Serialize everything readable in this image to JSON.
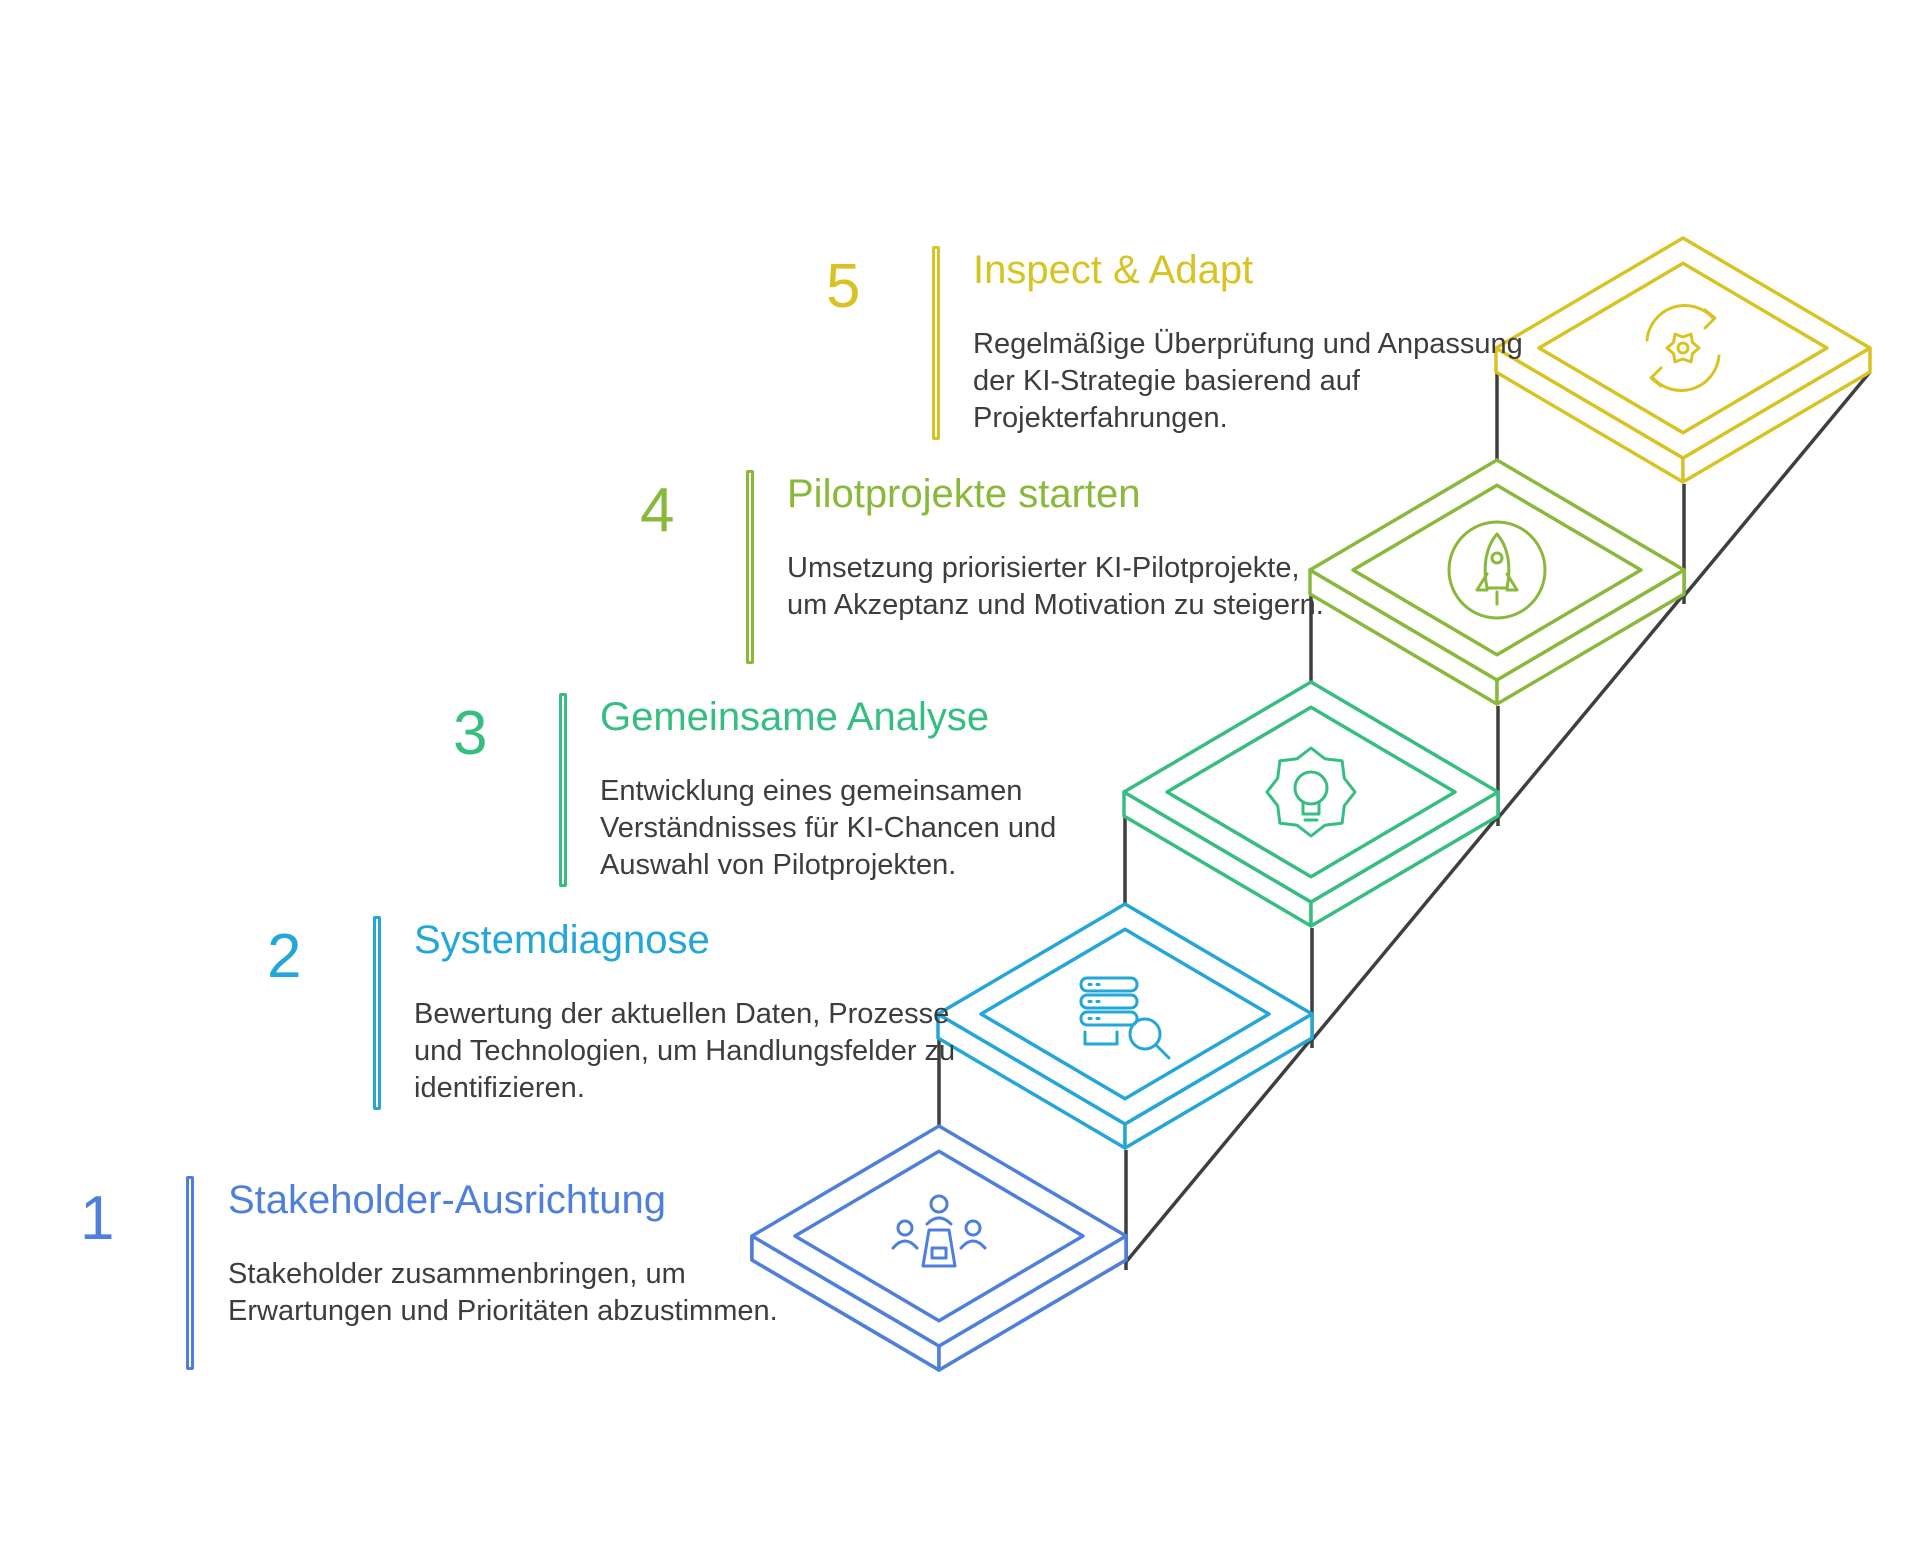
{
  "steps": [
    {
      "number": "1",
      "title": "Stakeholder-Ausrichtung",
      "description": "Stakeholder zusammenbringen, um Erwartungen und Prioritäten abzustimmen.",
      "icon": "meeting-table-people-icon",
      "color": "#4f7fdc"
    },
    {
      "number": "2",
      "title": "Systemdiagnose",
      "description": "Bewertung der aktuellen Daten, Prozesse und Technologien, um Handlungsfelder zu identifizieren.",
      "icon": "database-search-icon",
      "color": "#23a6d8"
    },
    {
      "number": "3",
      "title": "Gemeinsame Analyse",
      "description": "Entwicklung eines gemeinsamen Verständnisses für KI-Chancen und Auswahl von Pilotprojekten.",
      "icon": "gear-lightbulb-icon",
      "color": "#36bd82"
    },
    {
      "number": "4",
      "title": "Pilotprojekte starten",
      "description": "Umsetzung priorisierter KI-Pilotprojekte, um Akzeptanz und Motivation zu steigern.",
      "icon": "rocket-icon",
      "color": "#8ab83a"
    },
    {
      "number": "5",
      "title": "Inspect & Adapt",
      "description": "Regelmäßige Überprüfung und Anpassung der KI-Strategie basierend auf Projekterfahrungen.",
      "icon": "refresh-gear-icon",
      "color": "#d8c323"
    }
  ],
  "colors": {
    "riser": "#3f3f3f",
    "description_text": "#3d3d3d"
  }
}
